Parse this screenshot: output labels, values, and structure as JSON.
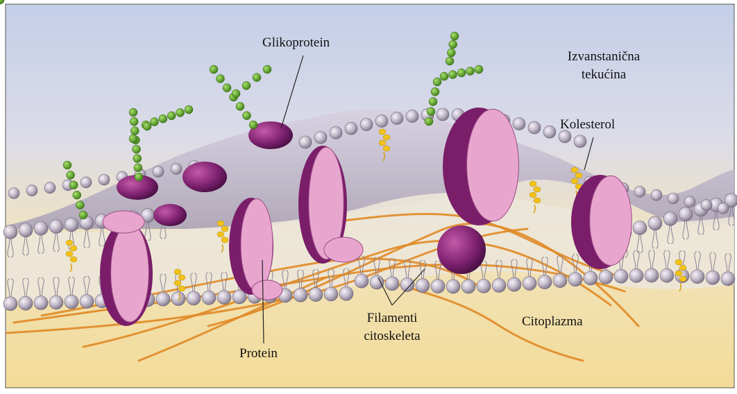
{
  "labels": {
    "glycoprotein": "Glikoprotein",
    "extracellular_line1": "Izvanstanična",
    "extracellular_line2": "tekućina",
    "cholesterol": "Kolesterol",
    "protein": "Protein",
    "filaments_line1": "Filamenti",
    "filaments_line2": "citoskeleta",
    "cytoplasm": "Citoplazma"
  },
  "colors": {
    "extracellular_fluid": "#cfd8ec",
    "cytoplasm": "#f2dc9c",
    "phospholipid_head": "#bdb5c4",
    "protein_outer": "#7a1e6a",
    "protein_cut": "#e8a6cf",
    "glycan_bead": "#5ea82b",
    "cholesterol": "#f2c21a",
    "filament": "#e08a26"
  }
}
